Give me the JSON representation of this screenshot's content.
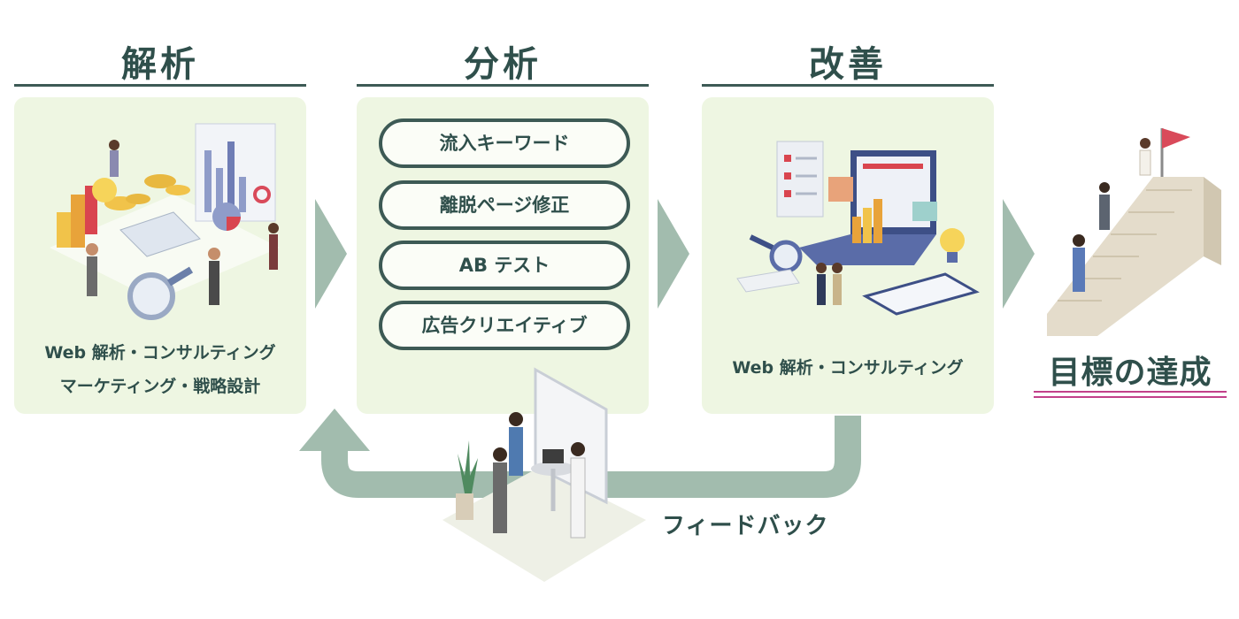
{
  "steps": [
    {
      "title": "解析",
      "caption_lines": [
        "Web 解析・コンサルティング",
        "マーケティング・戦略設計"
      ]
    },
    {
      "title": "分析",
      "items": [
        "流入キーワード",
        "離脱ページ修正",
        "AB テスト",
        "広告クリエイティブ"
      ]
    },
    {
      "title": "改善",
      "caption_lines": [
        "Web 解析・コンサルティング"
      ]
    }
  ],
  "goal": {
    "label": "目標の達成"
  },
  "feedback": {
    "label": "フィードバック"
  },
  "colors": {
    "dark_text": "#2f4f4b",
    "panel_bg": "#eef6e2",
    "arrow": "#a2bcae",
    "goal_underline": "#c2408a"
  }
}
